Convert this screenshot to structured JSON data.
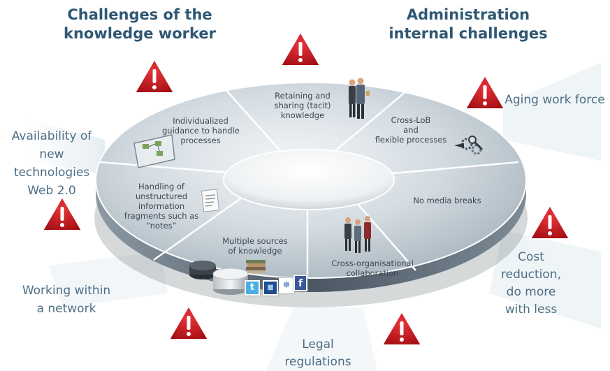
{
  "headings": {
    "left": [
      "Challenges of the",
      "knowledge worker"
    ],
    "right": [
      "Administration",
      "internal challenges"
    ]
  },
  "outer_labels": {
    "availability": [
      "Availability of",
      "new",
      "technologies",
      "Web 2.0"
    ],
    "network": [
      "Working within",
      "a  network"
    ],
    "legal": [
      "Legal",
      "regulations"
    ],
    "cost": [
      "Cost",
      "reduction,",
      "do more",
      "with less"
    ],
    "aging": [
      "Aging work force"
    ]
  },
  "segments": {
    "guidance": [
      "Individualized",
      "guidance to handle",
      "processes"
    ],
    "tacit": [
      "Retaining and",
      "sharing (tacit)",
      "knowledge"
    ],
    "lob": [
      "Cross-LoB",
      "and",
      "flexible processes"
    ],
    "media": [
      "No media breaks"
    ],
    "collab": [
      "Cross-organisational",
      "collaboration"
    ],
    "sources": [
      "Multiple sources",
      "of knowledge"
    ],
    "notes": [
      "Handling of",
      "unstructured",
      "information",
      "fragments such as",
      "“notes”"
    ]
  },
  "social_icons": [
    "t",
    "■",
    "✵",
    "f"
  ],
  "colors": {
    "heading": "#2f5874",
    "outer_text": "#4d6f86",
    "warning_red": "#c5141b",
    "disk_top": "#c8d1d8",
    "disk_edge": "#5b6a76"
  }
}
